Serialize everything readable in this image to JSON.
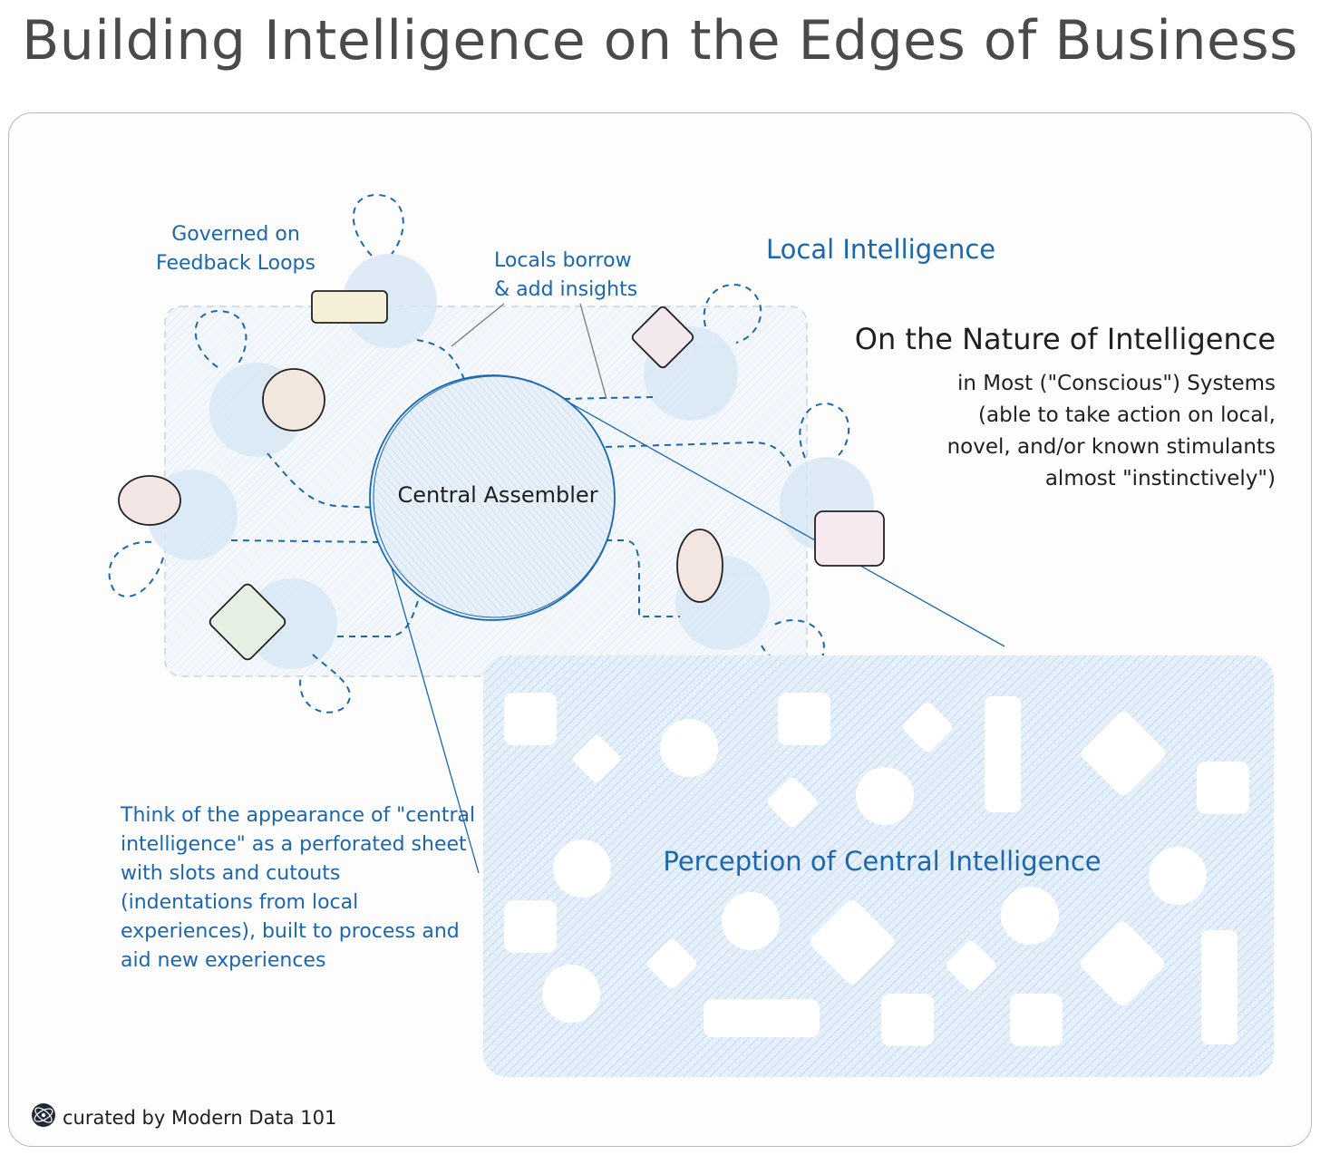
{
  "title": "Building Intelligence on the Edges of Business",
  "labels": {
    "governed": "Governed on\nFeedback Loops",
    "locals": "Locals borrow\n& add insights",
    "local_intelligence": "Local Intelligence",
    "central_assembler": "Central Assembler",
    "perception": "Perception of Central Intelligence",
    "think_note": "Think of the appearance of \"central intelligence\" as a perforated sheet with slots and cutouts (indentations from local experiences), built to process and aid new experiences"
  },
  "nature": {
    "heading": "On the Nature of Intelligence",
    "line1": "in Most (\"Conscious\") Systems",
    "line2": "(able to take action on local,",
    "line3": "novel, and/or known stimulants",
    "line4": "almost \"instinctively\")"
  },
  "footer": {
    "text": "curated by Modern Data 101",
    "icon": "globe-logo-icon"
  },
  "colors": {
    "accent_blue": "#1a67b0",
    "hatch_blue": "#c9dcef",
    "text_dark": "#1f1f1f",
    "title_gray": "#4a4a4a"
  }
}
